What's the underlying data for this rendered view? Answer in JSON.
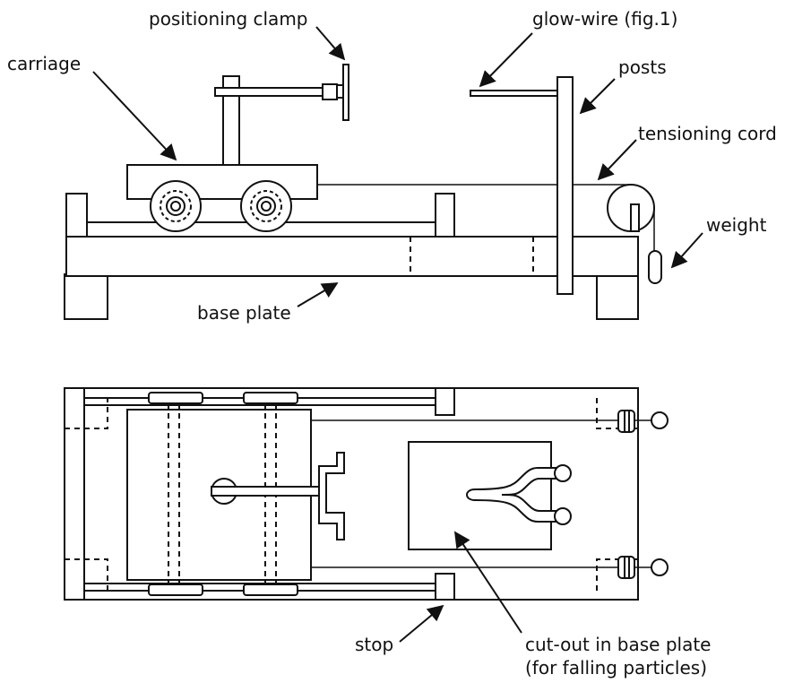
{
  "labels": {
    "positioning_clamp": "positioning clamp",
    "glow_wire": "glow-wire (fig.1)",
    "carriage": "carriage",
    "posts": "posts",
    "tensioning_cord": "tensioning cord",
    "weight": "weight",
    "base_plate": "base plate",
    "stop": "stop",
    "cutout_line1": "cut-out in base plate",
    "cutout_line2": "(for falling particles)"
  },
  "colors": {
    "ink": "#111111",
    "background": "#ffffff"
  }
}
